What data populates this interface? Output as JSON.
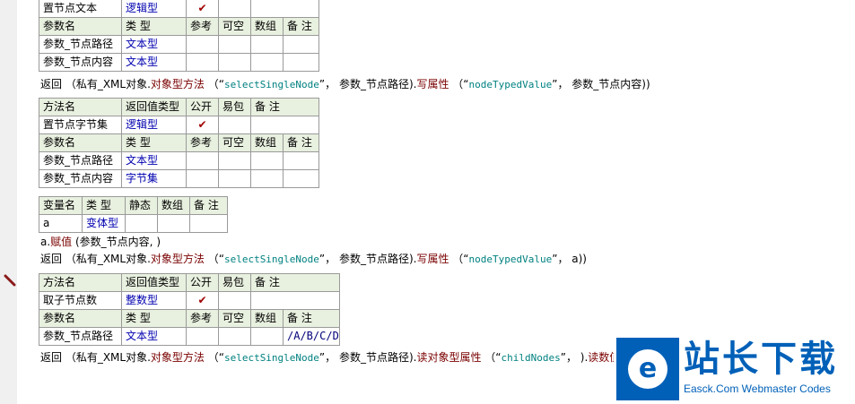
{
  "block1": {
    "method": {
      "name": "置节点文本",
      "return_type": "逻辑型",
      "public_check": "✔"
    },
    "param_header": {
      "name": "参数名",
      "type": "类 型",
      "ref": "参考",
      "nullable": "可空",
      "array": "数组",
      "note": "备 注"
    },
    "params": [
      {
        "name": "参数_节点路径",
        "type": "文本型",
        "note": ""
      },
      {
        "name": "参数_节点内容",
        "type": "文本型",
        "note": ""
      }
    ],
    "code": {
      "p1": "返回 （私有_XML对象.",
      "p2": "对象型方法",
      "p3": " （“",
      "s1": "selectSingleNode",
      "p4": "”， 参数_节点路径).",
      "p5": "写属性",
      "p6": " （“",
      "s2": "nodeTypedValue",
      "p7": "”， 参数_节点内容))"
    }
  },
  "block2": {
    "method_header": {
      "name": "方法名",
      "return_type": "返回值类型",
      "public": "公开",
      "easy": "易包",
      "note": "备 注"
    },
    "method": {
      "name": "置节点字节集",
      "return_type": "逻辑型",
      "public_check": "✔"
    },
    "param_header": {
      "name": "参数名",
      "type": "类 型",
      "ref": "参考",
      "nullable": "可空",
      "array": "数组",
      "note": "备 注"
    },
    "params": [
      {
        "name": "参数_节点路径",
        "type": "文本型"
      },
      {
        "name": "参数_节点内容",
        "type": "字节集"
      }
    ],
    "var_header": {
      "name": "变量名",
      "type": "类 型",
      "static": "静态",
      "array": "数组",
      "note": "备 注"
    },
    "var": {
      "name": "a",
      "type": "变体型"
    },
    "code_line1": {
      "p1": "a.",
      "p2": "赋值",
      "p3": " (参数_节点内容, )"
    },
    "code_line2": {
      "p1": "返回 （私有_XML对象.",
      "p2": "对象型方法",
      "p3": " （“",
      "s1": "selectSingleNode",
      "p4": "”， 参数_节点路径).",
      "p5": "写属性",
      "p6": " （“",
      "s2": "nodeTypedValue",
      "p7": "”， a))"
    }
  },
  "block3": {
    "method_header": {
      "name": "方法名",
      "return_type": "返回值类型",
      "public": "公开",
      "easy": "易包",
      "note": "备 注"
    },
    "method": {
      "name": "取子节点数",
      "return_type": "整数型",
      "public_check": "✔"
    },
    "param_header": {
      "name": "参数名",
      "type": "类 型",
      "ref": "参考",
      "nullable": "可空",
      "array": "数组",
      "note": "备 注"
    },
    "param": {
      "name": "参数_节点路径",
      "type": "文本型",
      "note": "/A/B/C/D"
    },
    "code": {
      "p1": "返回 （私有_XML对象.",
      "p2": "对象型方法",
      "p3": " （“",
      "s1": "selectSingleNode",
      "p4": "”， 参数_节点路径).",
      "p5": "读对象型属性",
      "p6": " （“",
      "s2": "childNodes",
      "p7": "”， ).",
      "p8": "读数值"
    }
  },
  "watermark": {
    "logo_letter": "e",
    "title": "站长下载",
    "subtitle": "Easck.Com Webmaster Codes"
  },
  "colors": {
    "header_bg": "#e8f0df",
    "type_blue": "#0000b0",
    "check_red": "#a00000",
    "brand_blue": "#0060b8"
  },
  "icons": {
    "gutter_marker": "pencil-icon"
  }
}
